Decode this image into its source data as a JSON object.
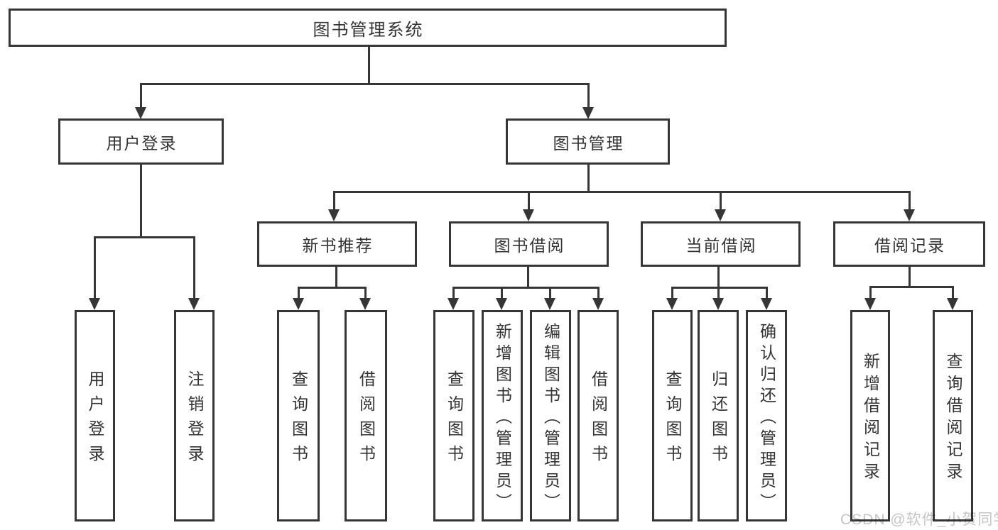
{
  "diagram": {
    "root": {
      "label": "图书管理系统"
    },
    "branches": {
      "user_login": {
        "label": "用户登录",
        "children": {
          "login": {
            "label": "用户登录"
          },
          "logout": {
            "label": "注销登录"
          }
        }
      },
      "book_management": {
        "label": "图书管理",
        "sections": {
          "new_book_recommend": {
            "label": "新书推荐",
            "children": {
              "query_books": {
                "label": "查询图书"
              },
              "borrow_books": {
                "label": "借阅图书"
              }
            }
          },
          "book_borrowing": {
            "label": "图书借阅",
            "children": {
              "query_books": {
                "label": "查询图书"
              },
              "add_book_admin": {
                "label": "新增图书（管理员）"
              },
              "edit_book_admin": {
                "label": "编辑图书（管理员）"
              },
              "borrow_books": {
                "label": "借阅图书"
              }
            }
          },
          "current_borrowing": {
            "label": "当前借阅",
            "children": {
              "query_books": {
                "label": "查询图书"
              },
              "return_books": {
                "label": "归还图书"
              },
              "confirm_return_admin": {
                "label": "确认归还（管理员）"
              }
            }
          },
          "borrow_records": {
            "label": "借阅记录",
            "children": {
              "add_borrow_record": {
                "label": "新增借阅记录"
              },
              "query_borrow_record": {
                "label": "查询借阅记录"
              }
            }
          }
        }
      }
    }
  },
  "watermark": {
    "text": "CSDN @软件_小贺同学"
  },
  "colors": {
    "line": "#363636",
    "text": "#333333",
    "background": "#ffffff",
    "watermark": "#c6c6c6"
  }
}
